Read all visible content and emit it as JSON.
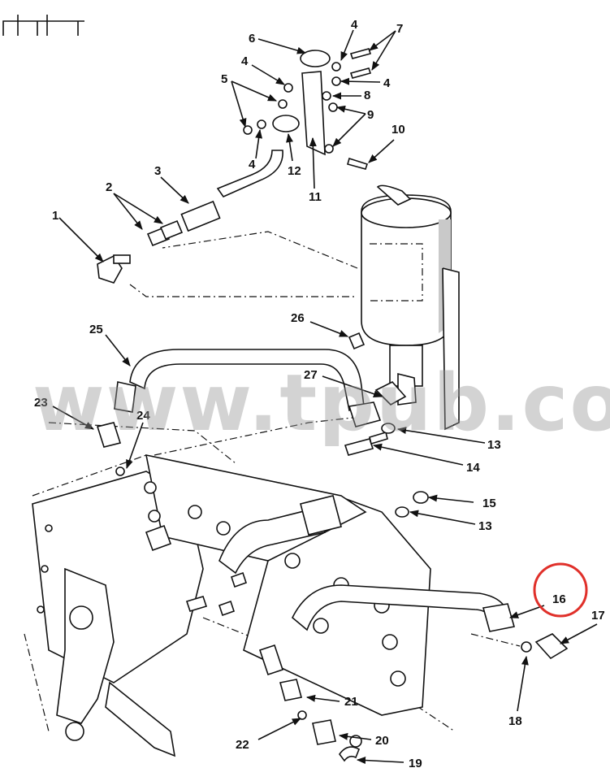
{
  "watermark": "www.tpub.com",
  "callouts": [
    {
      "id": "c1",
      "text": "1"
    },
    {
      "id": "c2",
      "text": "2"
    },
    {
      "id": "c3",
      "text": "3"
    },
    {
      "id": "c4a",
      "text": "4"
    },
    {
      "id": "c4b",
      "text": "4"
    },
    {
      "id": "c4c",
      "text": "4"
    },
    {
      "id": "c4d",
      "text": "4"
    },
    {
      "id": "c5",
      "text": "5"
    },
    {
      "id": "c6",
      "text": "6"
    },
    {
      "id": "c7",
      "text": "7"
    },
    {
      "id": "c8",
      "text": "8"
    },
    {
      "id": "c9",
      "text": "9"
    },
    {
      "id": "c10",
      "text": "10"
    },
    {
      "id": "c11",
      "text": "11"
    },
    {
      "id": "c12",
      "text": "12"
    },
    {
      "id": "c13a",
      "text": "13"
    },
    {
      "id": "c13b",
      "text": "13"
    },
    {
      "id": "c14",
      "text": "14"
    },
    {
      "id": "c15",
      "text": "15"
    },
    {
      "id": "c16",
      "text": "16"
    },
    {
      "id": "c17",
      "text": "17"
    },
    {
      "id": "c18",
      "text": "18"
    },
    {
      "id": "c19",
      "text": "19"
    },
    {
      "id": "c20",
      "text": "20"
    },
    {
      "id": "c21",
      "text": "21"
    },
    {
      "id": "c22",
      "text": "22"
    },
    {
      "id": "c23",
      "text": "23"
    },
    {
      "id": "c24",
      "text": "24"
    },
    {
      "id": "c25",
      "text": "25"
    },
    {
      "id": "c26",
      "text": "26"
    },
    {
      "id": "c27",
      "text": "27"
    }
  ],
  "highlight": {
    "callout": "16",
    "color": "#e0302a"
  }
}
